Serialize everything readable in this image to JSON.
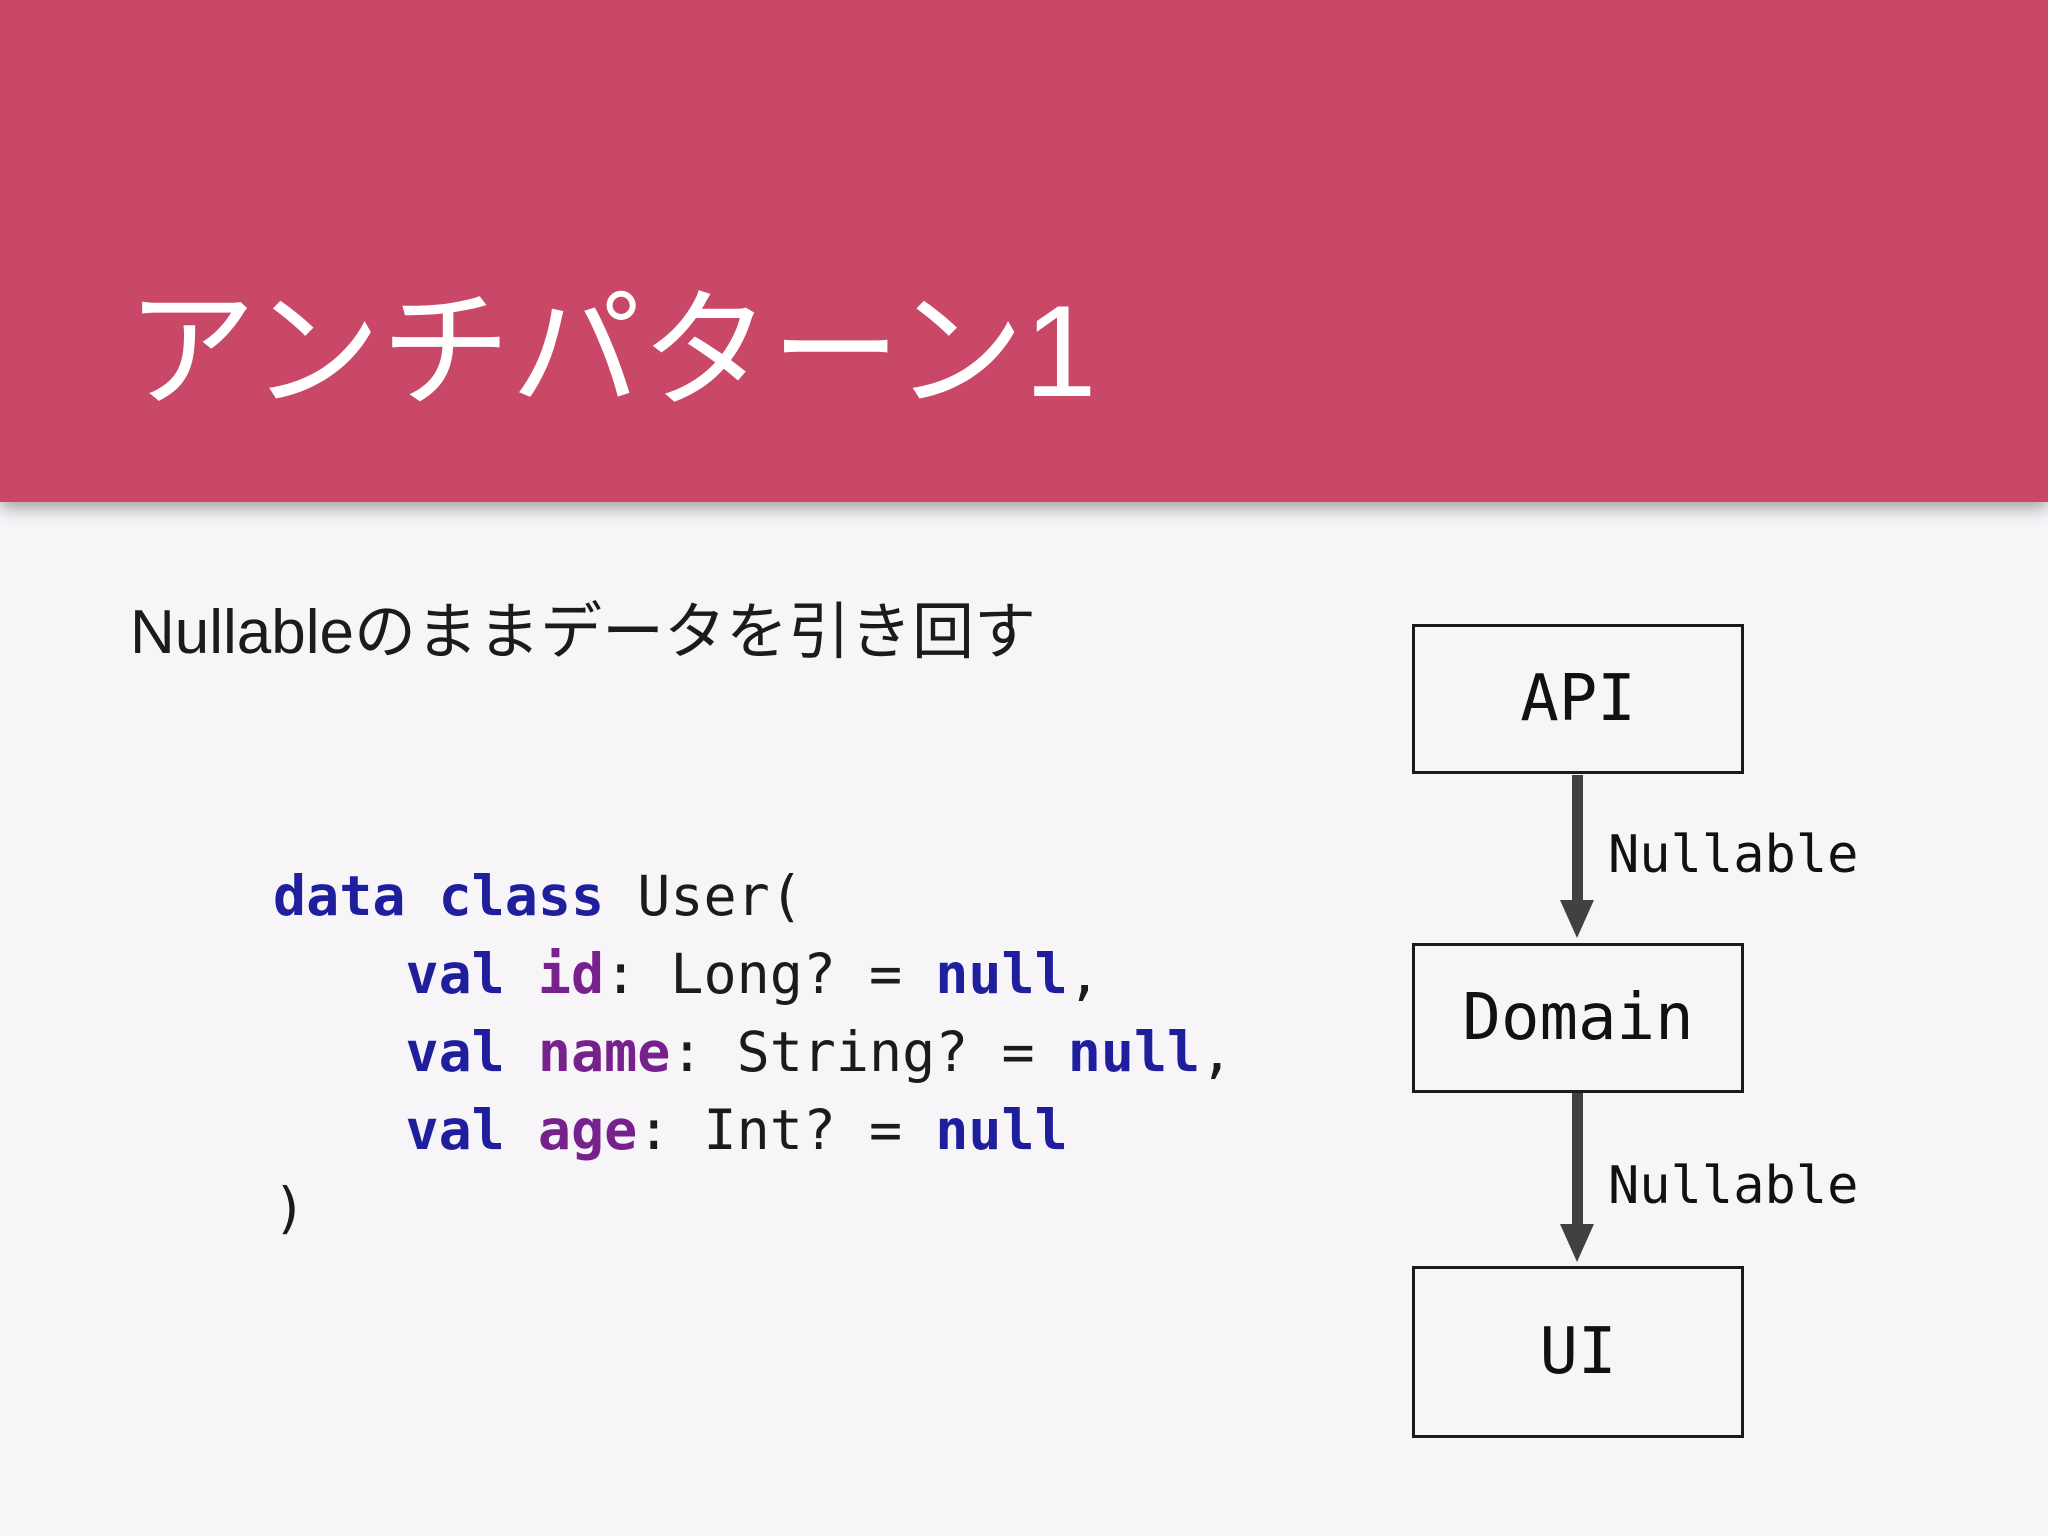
{
  "colors": {
    "header_bg": "#c94867",
    "title_text": "#ffffff",
    "body_bg": "#f7f5f8",
    "keyword": "#1f1f9e",
    "property": "#77218d",
    "code_plain": "#1b1b1b",
    "arrow": "#414144",
    "box_border": "#1a1a1a",
    "label_text": "#111111"
  },
  "header": {
    "title": "アンチパターン1"
  },
  "body": {
    "subtitle": "Nullableのままデータを引き回す"
  },
  "code": {
    "lines": [
      [
        {
          "text": "data class ",
          "type": "keyword"
        },
        {
          "text": "User(",
          "type": "plain"
        }
      ],
      [
        {
          "text": "    ",
          "type": "plain"
        },
        {
          "text": "val ",
          "type": "keyword"
        },
        {
          "text": "id",
          "type": "property"
        },
        {
          "text": ": Long? = ",
          "type": "plain"
        },
        {
          "text": "null",
          "type": "keyword"
        },
        {
          "text": ",",
          "type": "plain"
        }
      ],
      [
        {
          "text": "    ",
          "type": "plain"
        },
        {
          "text": "val ",
          "type": "keyword"
        },
        {
          "text": "name",
          "type": "property"
        },
        {
          "text": ": String? = ",
          "type": "plain"
        },
        {
          "text": "null",
          "type": "keyword"
        },
        {
          "text": ",",
          "type": "plain"
        }
      ],
      [
        {
          "text": "    ",
          "type": "plain"
        },
        {
          "text": "val ",
          "type": "keyword"
        },
        {
          "text": "age",
          "type": "property"
        },
        {
          "text": ": Int? = ",
          "type": "plain"
        },
        {
          "text": "null",
          "type": "keyword"
        }
      ],
      [
        {
          "text": ")",
          "type": "plain"
        }
      ]
    ]
  },
  "diagram": {
    "nodes": [
      {
        "label": "API"
      },
      {
        "label": "Domain"
      },
      {
        "label": "UI"
      }
    ],
    "edges": [
      {
        "label": "Nullable"
      },
      {
        "label": "Nullable"
      }
    ]
  }
}
